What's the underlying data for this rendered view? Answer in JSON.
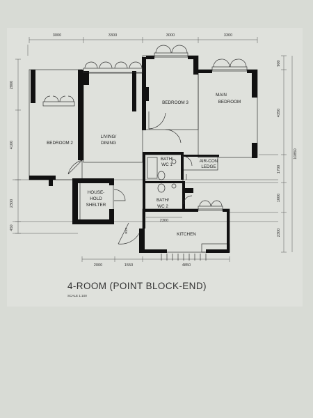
{
  "plan": {
    "title": "4-ROOM (POINT BLOCK-END)",
    "scale": "SCALE 1:100",
    "rooms": {
      "bedroom2": "BEDROOM 2",
      "living_1": "LIVING/",
      "living_2": "DINING",
      "bedroom3": "BEDROOM 3",
      "main_1": "MAIN",
      "main_2": "BEDROOM",
      "bath1_1": "BATH/",
      "bath1_2": "WC 1",
      "aircon_1": "AIR-CON",
      "aircon_2": "LEDGE",
      "shelter_1": "HOUSE-",
      "shelter_2": "HOLD",
      "shelter_3": "SHELTER",
      "bath2_1": "BATH/",
      "bath2_2": "WC 2",
      "kitchen": "KITCHEN",
      "ref": "REF"
    },
    "dims_top": [
      "3000",
      "3300",
      "3000",
      "3300"
    ],
    "dims_left": [
      "2800",
      "4100",
      "2300",
      "450"
    ],
    "dims_right": [
      "900",
      "4350",
      "1700",
      "1600",
      "2300"
    ],
    "dim_overall": "10850",
    "dims_bottom": [
      "2000",
      "1550",
      "4850"
    ],
    "dim_inner": "2300"
  }
}
